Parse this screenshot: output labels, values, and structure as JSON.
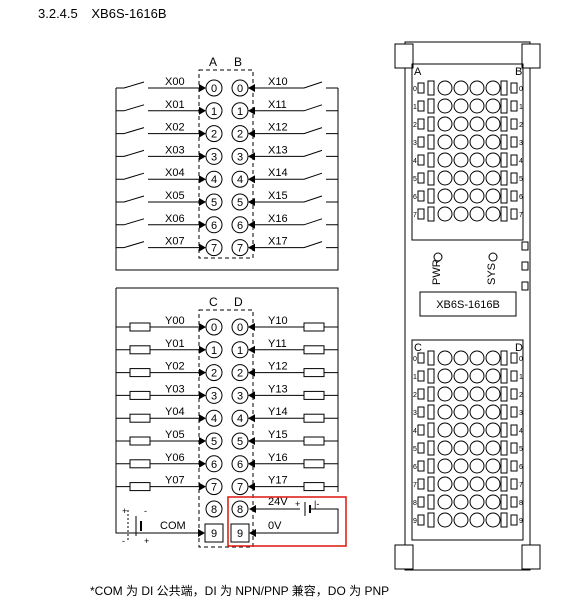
{
  "section": {
    "number": "3.2.4.5",
    "title": "XB6S-1616B"
  },
  "columns": {
    "a": "A",
    "b": "B",
    "c": "C",
    "d": "D"
  },
  "terminal_numbers": [
    "0",
    "1",
    "2",
    "3",
    "4",
    "5",
    "6",
    "7",
    "8",
    "9"
  ],
  "di_left": [
    "X00",
    "X01",
    "X02",
    "X03",
    "X04",
    "X05",
    "X06",
    "X07"
  ],
  "di_right": [
    "X10",
    "X11",
    "X12",
    "X13",
    "X14",
    "X15",
    "X16",
    "X17"
  ],
  "do_left": [
    "Y00",
    "Y01",
    "Y02",
    "Y03",
    "Y04",
    "Y05",
    "Y06",
    "Y07"
  ],
  "do_right": [
    "Y10",
    "Y11",
    "Y12",
    "Y13",
    "Y14",
    "Y15",
    "Y16",
    "Y17"
  ],
  "power": {
    "com": "COM",
    "v24": "24V",
    "v0": "0V"
  },
  "module": {
    "label": "XB6S-1616B",
    "pwr": "PWR",
    "sys": "SYS",
    "top_left_letter": "A",
    "top_right_letter": "B",
    "bottom_left_letter": "C",
    "bottom_right_letter": "D"
  },
  "colors": {
    "highlight": "#e0241b",
    "line": "#000000"
  },
  "footnote": "*COM 为 DI 公共端，DI 为 NPN/PNP 兼容，DO 为 PNP"
}
